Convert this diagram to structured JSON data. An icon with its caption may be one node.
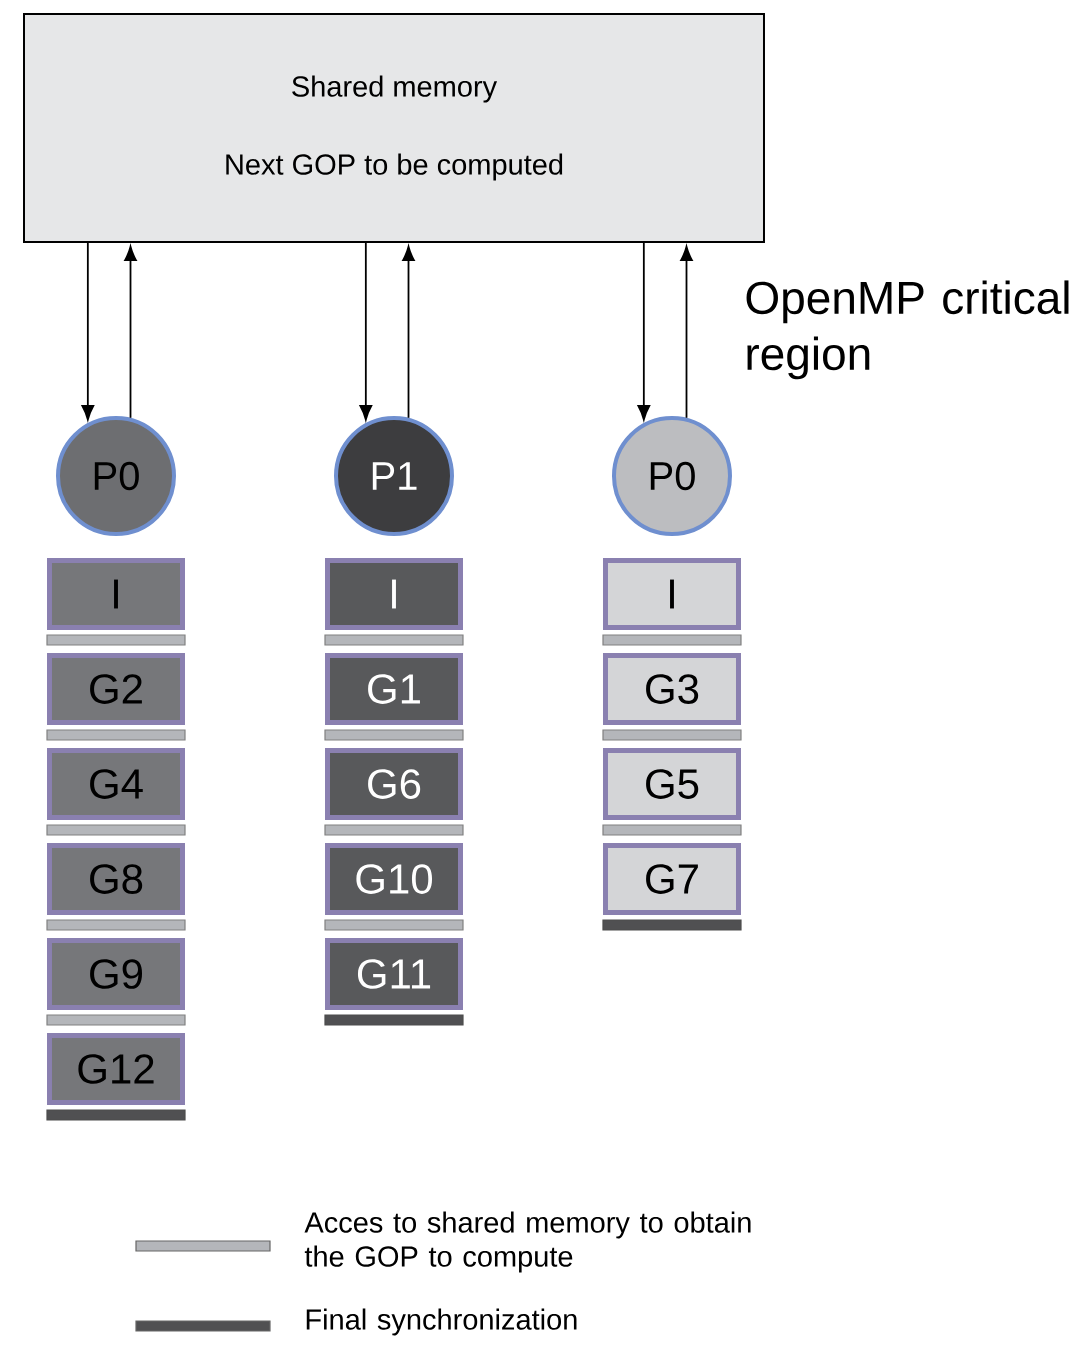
{
  "diagram": {
    "nodes": [
      {
        "text": [
          "Shared memory",
          "Next GOP to be computed"
        ]
      },
      {
        "text": [
          "P0"
        ]
      },
      {
        "text": [
          "P1"
        ]
      },
      {
        "text": [
          "P0"
        ]
      },
      {
        "text": [
          "I"
        ]
      },
      {
        "text": [
          "G2"
        ]
      },
      {
        "text": [
          "G4"
        ]
      },
      {
        "text": [
          "G8"
        ]
      },
      {
        "text": [
          "G9"
        ]
      },
      {
        "text": [
          "G12"
        ]
      },
      {
        "text": [
          "I"
        ]
      },
      {
        "text": [
          "G1"
        ]
      },
      {
        "text": [
          "G6"
        ]
      },
      {
        "text": [
          "G10"
        ]
      },
      {
        "text": [
          "G11"
        ]
      },
      {
        "text": [
          "I"
        ]
      },
      {
        "text": [
          "G3"
        ]
      },
      {
        "text": [
          "G5"
        ]
      },
      {
        "text": [
          "G7"
        ]
      }
    ],
    "edges": [
      {
        "from": 0,
        "to": 1,
        "arrow": "to"
      },
      {
        "from": 1,
        "to": 0,
        "arrow": "to"
      },
      {
        "from": 0,
        "to": 2,
        "arrow": "to"
      },
      {
        "from": 2,
        "to": 0,
        "arrow": "to"
      },
      {
        "from": 0,
        "to": 3,
        "arrow": "to"
      },
      {
        "from": 3,
        "to": 0,
        "arrow": "to"
      }
    ],
    "labels": [
      "OpenMP critical region"
    ],
    "legend": [
      {
        "text": "Acces to shared memory to obtain the GOP to compute",
        "color": "#b4b6ba"
      },
      {
        "text": "Final synchronization",
        "color": "#505052"
      }
    ]
  }
}
